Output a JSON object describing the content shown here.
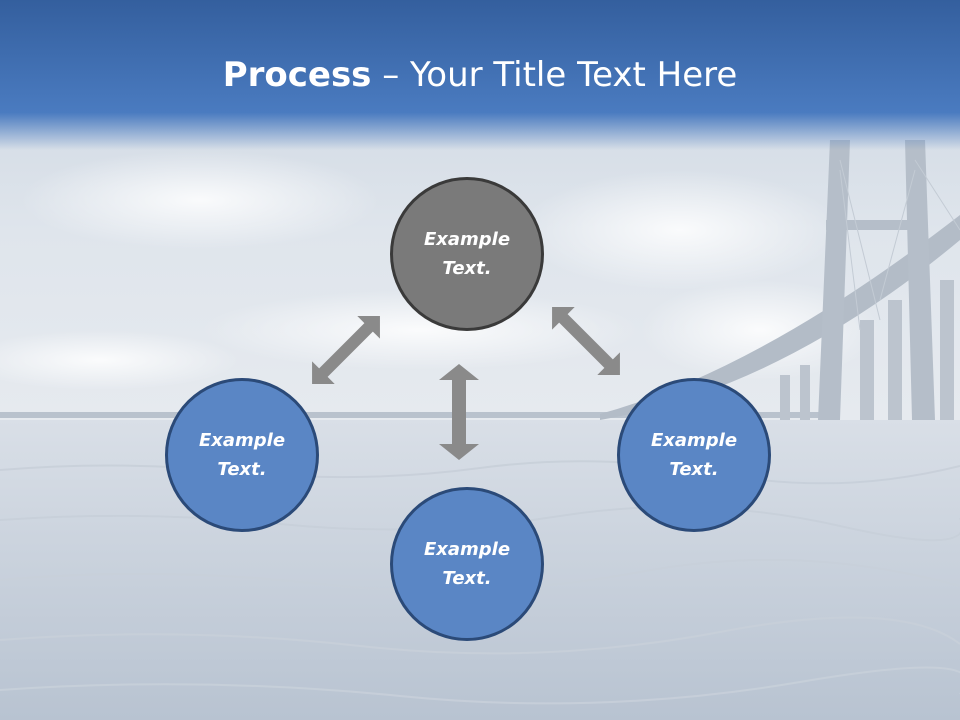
{
  "slide": {
    "title_bold": "Process",
    "title_rest": " – Your Title Text Here"
  },
  "nodes": {
    "top": {
      "label": "Example Text."
    },
    "left": {
      "label": "Example Text."
    },
    "right": {
      "label": "Example Text."
    },
    "bottom": {
      "label": "Example Text."
    }
  },
  "colors": {
    "title_bar": "#3f6fb0",
    "node_blue": "#5a86c5",
    "node_gray": "#7a7a7a",
    "arrow": "#8a8a8a"
  }
}
